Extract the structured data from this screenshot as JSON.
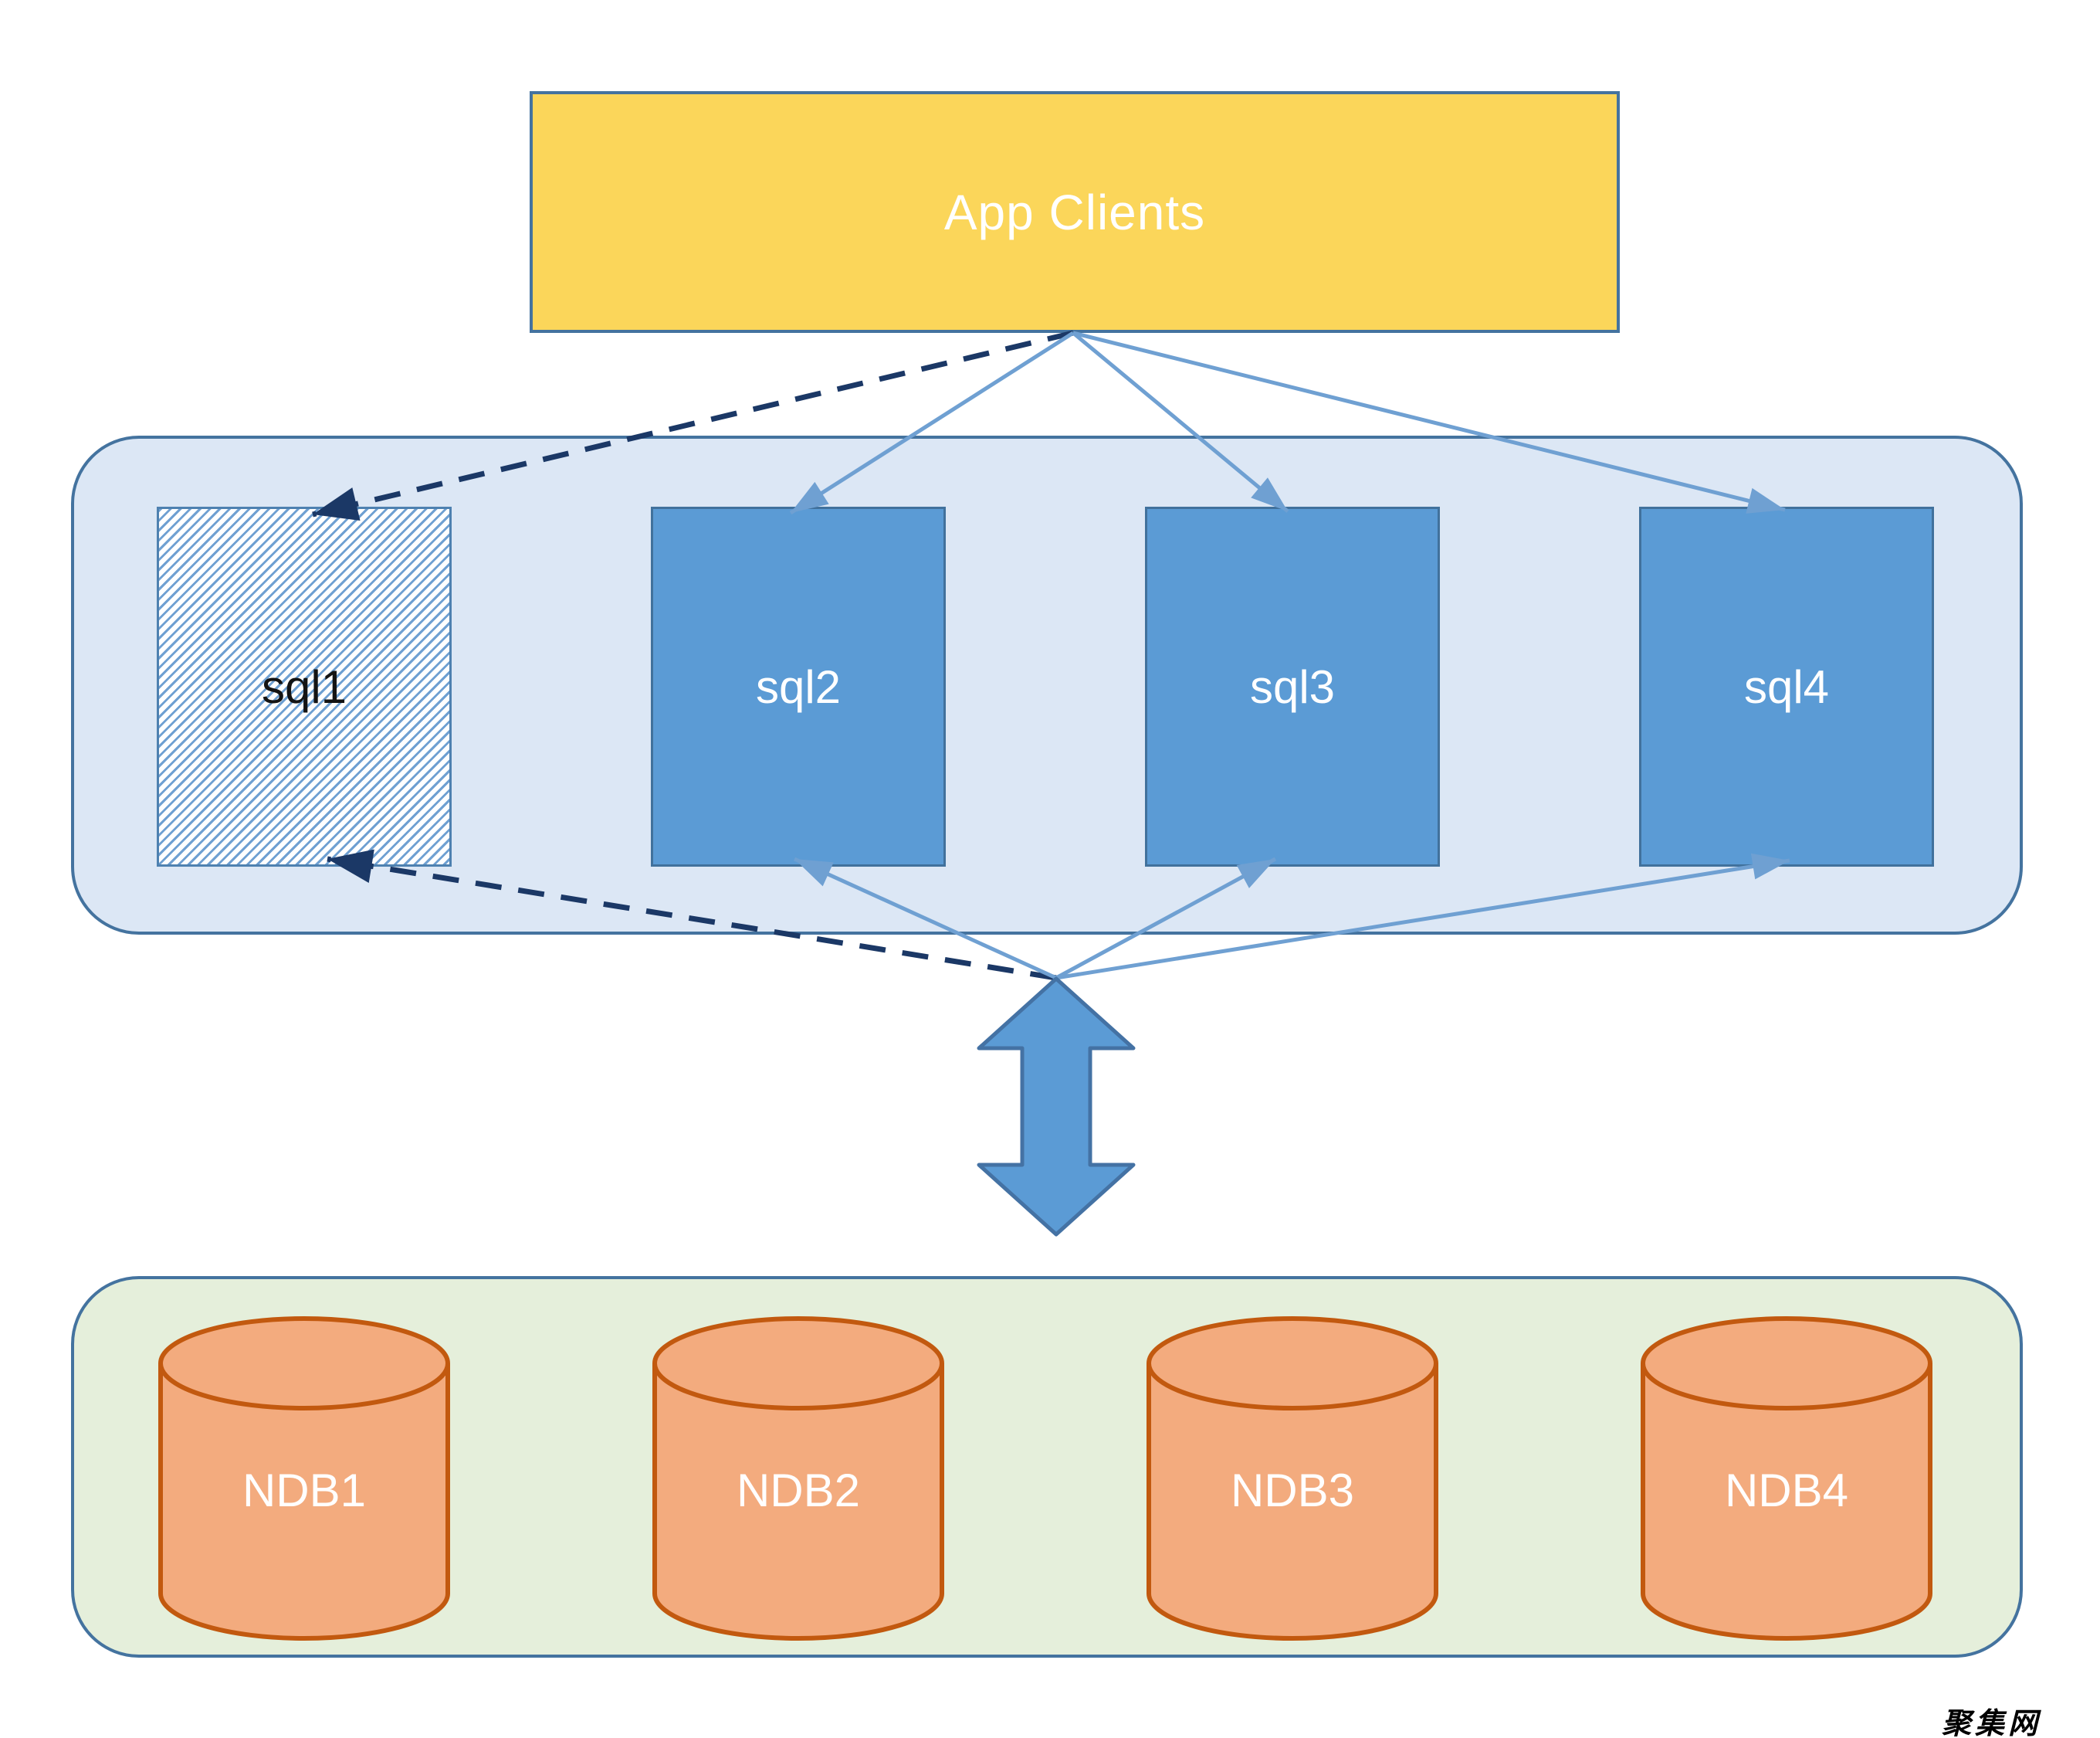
{
  "app_clients": {
    "label": "App Clients"
  },
  "sql_tier": {
    "nodes": [
      {
        "id": "sql1",
        "label": "sql1",
        "variant": "hatched"
      },
      {
        "id": "sql2",
        "label": "sql2",
        "variant": "solid"
      },
      {
        "id": "sql3",
        "label": "sql3",
        "variant": "solid"
      },
      {
        "id": "sql4",
        "label": "sql4",
        "variant": "solid"
      }
    ]
  },
  "ndb_tier": {
    "nodes": [
      {
        "id": "ndb1",
        "label": "NDB1"
      },
      {
        "id": "ndb2",
        "label": "NDB2"
      },
      {
        "id": "ndb3",
        "label": "NDB3"
      },
      {
        "id": "ndb4",
        "label": "NDB4"
      }
    ]
  },
  "watermark": {
    "text": "聚集网"
  },
  "colors": {
    "app_box_fill": "#FBD65A",
    "frame_border": "#44739F",
    "sql_tier_fill": "#DCE7F5",
    "sql_node_fill": "#5B9BD5",
    "sql_node_border": "#41719C",
    "hatch_node_border": "#4E81B0",
    "hatch_stripe": "#6FA0D2",
    "sql1_text": "#141414",
    "node_text": "#FFFFFF",
    "solid_arrow": "#6FA0D2",
    "dashed_arrow": "#1B3866",
    "double_arrow_fill": "#5B9BD5",
    "double_arrow_border": "#4472A4",
    "ndb_tier_fill": "#E5EFDB",
    "cylinder_fill": "#F3AB7E",
    "cylinder_border": "#C2590F",
    "watermark_color": "#2DA890"
  }
}
